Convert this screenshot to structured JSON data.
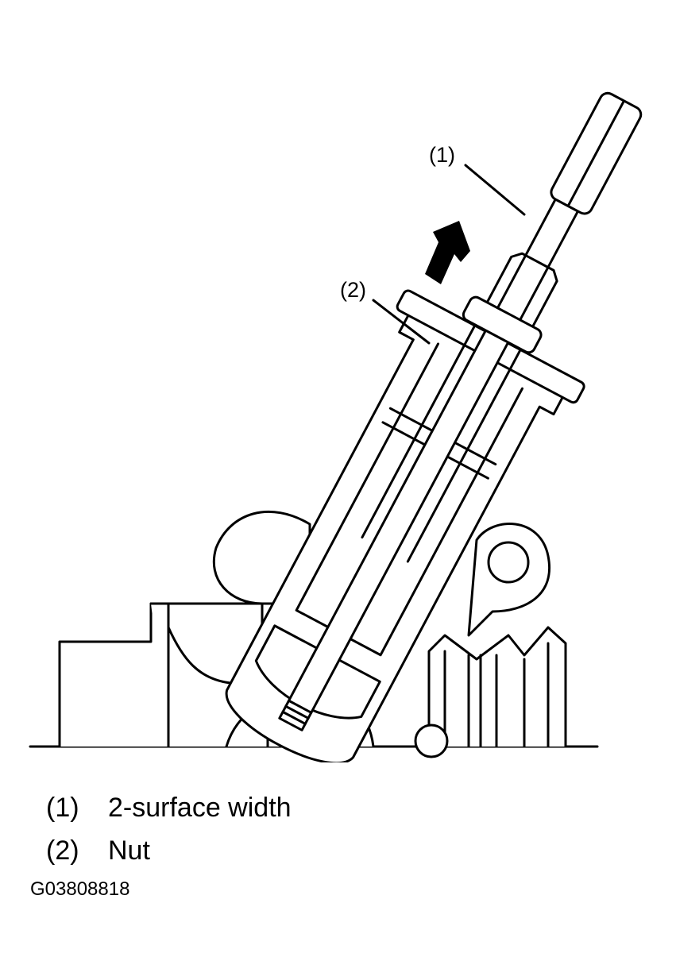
{
  "callouts": [
    {
      "id": "1",
      "text": "(1)"
    },
    {
      "id": "2",
      "text": "(2)"
    }
  ],
  "legend": [
    {
      "number": "(1)",
      "label": "2-surface width"
    },
    {
      "number": "(2)",
      "label": "Nut"
    }
  ],
  "figure_id": "G03808818",
  "colors": {
    "ink": "#000000",
    "paper": "#ffffff"
  }
}
